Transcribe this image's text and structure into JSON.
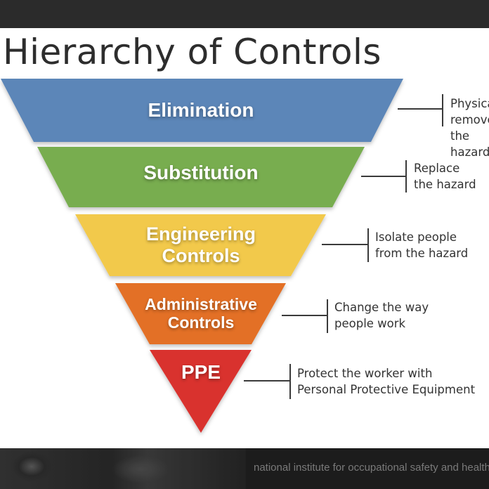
{
  "title": "Hierarchy of Controls",
  "levels": [
    {
      "label": "Elimination",
      "description": "Physically remove\nthe hazard",
      "color": "#5b86b8"
    },
    {
      "label": "Substitution",
      "description": "Replace\nthe hazard",
      "color": "#78ad4f"
    },
    {
      "label": "Engineering\nControls",
      "description": "Isolate people\nfrom the hazard",
      "color": "#f2c94c"
    },
    {
      "label": "Administrative\nControls",
      "description": "Change the way\npeople work",
      "color": "#e37028"
    },
    {
      "label": "PPE",
      "description": "Protect the worker with\nPersonal Protective Equipment",
      "color": "#d9332f"
    }
  ],
  "footer": {
    "text": "national institute for occupational safety and health"
  }
}
